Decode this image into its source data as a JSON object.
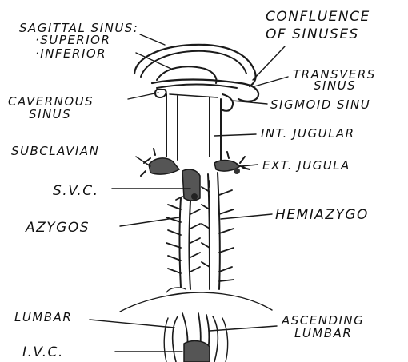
{
  "labels": {
    "sagittal_sinus": "SAGITTAL SINUS:",
    "superior": "·SUPERIOR",
    "inferior": "·INFERIOR",
    "confluence_line1": "CONFLUENCE",
    "confluence_line2": "OF SINUSES",
    "transverse_line1": "TRANSVERS",
    "transverse_line2": "SINUS",
    "cavernous_line1": "CAVERNOUS",
    "cavernous_line2": "SINUS",
    "sigmoid": "SIGMOID SINU",
    "int_jugular": "INT. JUGULAR",
    "subclavian": "SUBCLAVIAN",
    "ext_jugular": "EXT. JUGULA",
    "svc": "S.V.C.",
    "azygos": "AZYGOS",
    "hemiazygos": "HEMIAZYGO",
    "lumbar": "LUMBAR",
    "ascending_line1": "ASCENDING",
    "ascending_line2": "LUMBAR",
    "ivc": "I.V.C."
  }
}
